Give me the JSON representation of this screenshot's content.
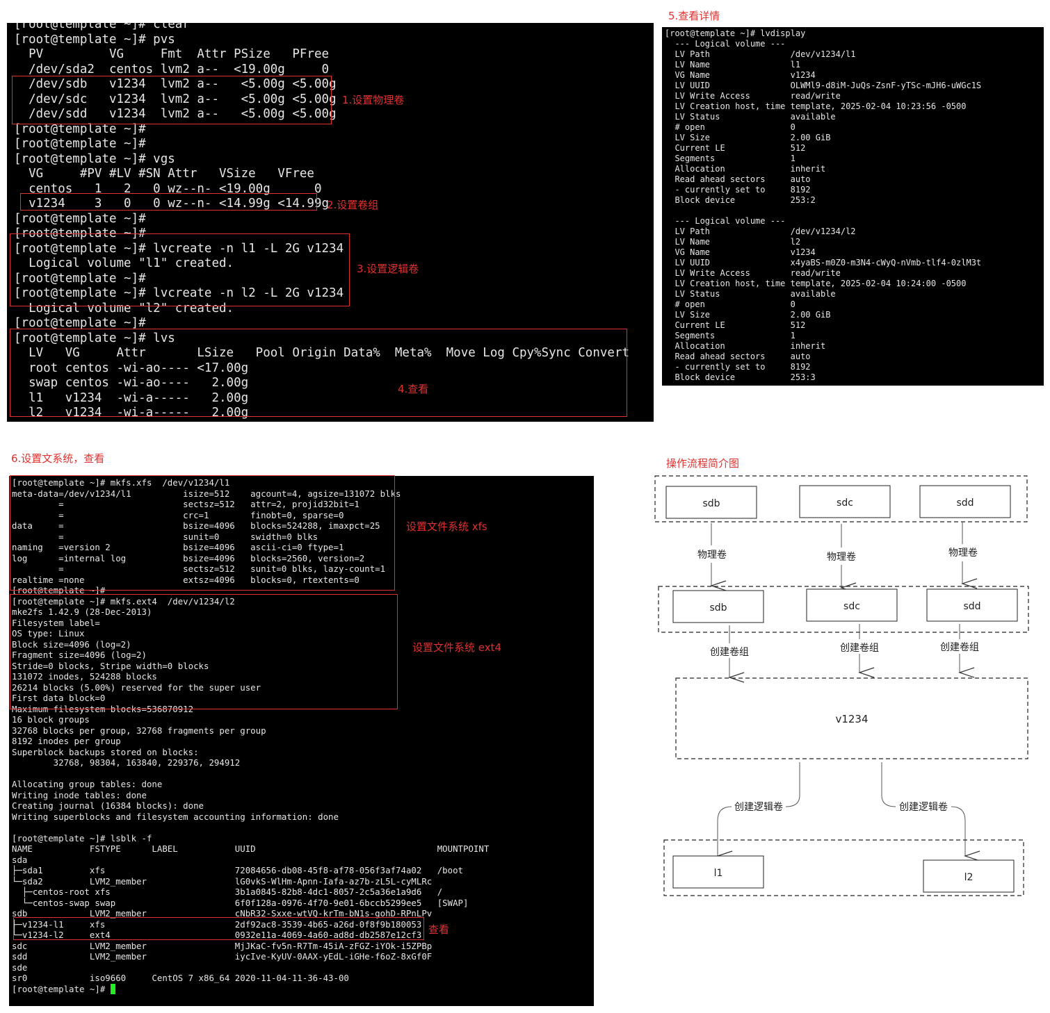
{
  "terminal1": {
    "lines": "[root@template ~]# clear\n[root@template ~]# pvs\n  PV         VG     Fmt  Attr PSize   PFree\n  /dev/sda2  centos lvm2 a--  <19.00g     0\n  /dev/sdb   v1234  lvm2 a--   <5.00g <5.00g\n  /dev/sdc   v1234  lvm2 a--   <5.00g <5.00g\n  /dev/sdd   v1234  lvm2 a--   <5.00g <5.00g\n[root@template ~]#\n[root@template ~]#\n[root@template ~]# vgs\n  VG     #PV #LV #SN Attr   VSize   VFree\n  centos   1   2   0 wz--n- <19.00g      0\n  v1234    3   0   0 wz--n- <14.99g <14.99g\n[root@template ~]#\n[root@template ~]#\n[root@template ~]# lvcreate -n l1 -L 2G v1234\n  Logical volume \"l1\" created.\n[root@template ~]#\n[root@template ~]# lvcreate -n l2 -L 2G v1234\n  Logical volume \"l2\" created.\n[root@template ~]#\n[root@template ~]# lvs\n  LV   VG     Attr       LSize   Pool Origin Data%  Meta%  Move Log Cpy%Sync Convert\n  root centos -wi-ao---- <17.00g\n  swap centos -wi-ao----   2.00g\n  l1   v1234  -wi-a-----   2.00g\n  l2   v1234  -wi-a-----   2.00g\n[root@template ~]#"
  },
  "terminal2": {
    "lines": "[root@template ~]# lvdisplay\n  --- Logical volume ---\n  LV Path                /dev/v1234/l1\n  LV Name                l1\n  VG Name                v1234\n  LV UUID                OLWMl9-d8iM-JuQs-ZsnF-yTSc-mJH6-uWGc1S\n  LV Write Access        read/write\n  LV Creation host, time template, 2025-02-04 10:23:56 -0500\n  LV Status              available\n  # open                 0\n  LV Size                2.00 GiB\n  Current LE             512\n  Segments               1\n  Allocation             inherit\n  Read ahead sectors     auto\n  - currently set to     8192\n  Block device           253:2\n\n  --- Logical volume ---\n  LV Path                /dev/v1234/l2\n  LV Name                l2\n  VG Name                v1234\n  LV UUID                x4yaBS-m0Z0-m3N4-cWyQ-nVmb-tlf4-0zlM3t\n  LV Write Access        read/write\n  LV Creation host, time template, 2025-02-04 10:24:00 -0500\n  LV Status              available\n  # open                 0\n  LV Size                2.00 GiB\n  Current LE             512\n  Segments               1\n  Allocation             inherit\n  Read ahead sectors     auto\n  - currently set to     8192\n  Block device           253:3"
  },
  "terminal3": {
    "lines": "[root@template ~]# mkfs.xfs  /dev/v1234/l1\nmeta-data=/dev/v1234/l1          isize=512    agcount=4, agsize=131072 blks\n         =                       sectsz=512   attr=2, projid32bit=1\n         =                       crc=1        finobt=0, sparse=0\ndata     =                       bsize=4096   blocks=524288, imaxpct=25\n         =                       sunit=0      swidth=0 blks\nnaming   =version 2              bsize=4096   ascii-ci=0 ftype=1\nlog      =internal log           bsize=4096   blocks=2560, version=2\n         =                       sectsz=512   sunit=0 blks, lazy-count=1\nrealtime =none                   extsz=4096   blocks=0, rtextents=0\n[root@template ~]#\n[root@template ~]# mkfs.ext4  /dev/v1234/l2\nmke2fs 1.42.9 (28-Dec-2013)\nFilesystem label=\nOS type: Linux\nBlock size=4096 (log=2)\nFragment size=4096 (log=2)\nStride=0 blocks, Stripe width=0 blocks\n131072 inodes, 524288 blocks\n26214 blocks (5.00%) reserved for the super user\nFirst data block=0\nMaximum filesystem blocks=536870912\n16 block groups\n32768 blocks per group, 32768 fragments per group\n8192 inodes per group\nSuperblock backups stored on blocks:\n        32768, 98304, 163840, 229376, 294912\n\nAllocating group tables: done\nWriting inode tables: done\nCreating journal (16384 blocks): done\nWriting superblocks and filesystem accounting information: done\n\n[root@template ~]# lsblk -f\nNAME           FSTYPE      LABEL           UUID                                   MOUNTPOINT\nsda\n├─sda1         xfs                         72084656-db08-45f8-af78-056f3af74a02   /boot\n└─sda2         LVM2_member                 lG0vkS-WlHm-Apnn-Iafa-az7b-zL5L-cyMLRc\n  ├─centos-root xfs                        3b1a0845-82b8-4dc1-8057-2c5a36e1a9d6   /\n  └─centos-swap swap                       6f0f128a-0976-4f70-9e01-6bccb5299ee5   [SWAP]\nsdb            LVM2_member                 cNbR32-Sxxe-wtVQ-krTm-bN1s-gohD-RPnLPv\n├─v1234-l1     xfs                         2df92ac8-3539-4b65-a26d-0f8f9b180053\n└─v1234-l2     ext4                        0932e11a-4069-4a60-ad8d-db2587e12cf3\nsdc            LVM2_member                 MjJKaC-fv5n-R7Tm-45iA-zFGZ-iYOk-i5ZPBp\nsdd            LVM2_member                 iycIve-KyUV-0AAX-yEdL-iGHe-f6oZ-8xGf0F\nsde\nsr0            iso9660     CentOS 7 x86_64 2020-11-04-11-36-43-00\n[root@template ~]# ",
    "cursor": " "
  },
  "annotations": {
    "step1": "1.设置物理卷",
    "step2": "2.设置卷组",
    "step3": "3.设置逻辑卷",
    "step4": "4.查看",
    "step5": "5.查看详情",
    "step6": "6.设置文系统，查看",
    "fs_xfs": "设置文件系统 xfs",
    "fs_ext4": "设置文件系统 ext4",
    "view": "查看",
    "flow_title": "操作流程简介图"
  },
  "flow": {
    "disks_top": [
      "sdb",
      "sdc",
      "sdd"
    ],
    "pv_label": "物理卷",
    "disks_pv": [
      "sdb",
      "sdc",
      "sdd"
    ],
    "vg_label": "创建卷组",
    "vg_name": "v1234",
    "lv_label": "创建逻辑卷",
    "lvs": [
      "l1",
      "l2"
    ]
  },
  "colors": {
    "annotation_red": "#e0312e",
    "terminal_bg": "#000000",
    "terminal_fg": "#e6e6e6",
    "cursor_green": "#22ee22"
  }
}
